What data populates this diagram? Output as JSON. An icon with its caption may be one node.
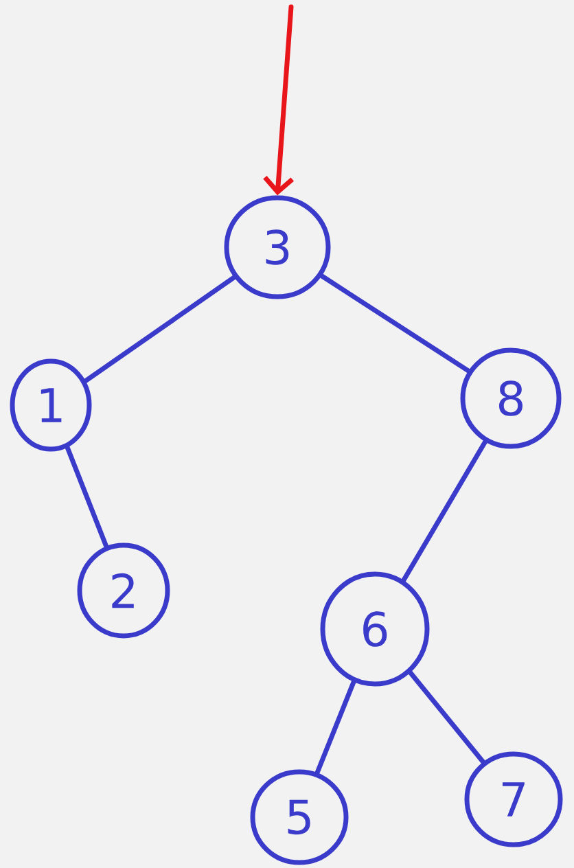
{
  "diagram": {
    "nodes": [
      {
        "text": [
          "3"
        ]
      },
      {
        "text": [
          "1"
        ]
      },
      {
        "text": [
          "8"
        ]
      },
      {
        "text": [
          "2"
        ]
      },
      {
        "text": [
          "6"
        ]
      },
      {
        "text": [
          "5"
        ]
      },
      {
        "text": [
          "7"
        ]
      }
    ],
    "edges": [
      {
        "from": null,
        "to": 0,
        "arrow": "to",
        "color": "#e8151b"
      },
      {
        "from": 0,
        "to": 1,
        "arrow": "none"
      },
      {
        "from": 0,
        "to": 2,
        "arrow": "none"
      },
      {
        "from": 1,
        "to": 3,
        "arrow": "none"
      },
      {
        "from": 2,
        "to": 4,
        "arrow": "none"
      },
      {
        "from": 4,
        "to": 5,
        "arrow": "none"
      },
      {
        "from": 4,
        "to": 6,
        "arrow": "none"
      }
    ]
  }
}
